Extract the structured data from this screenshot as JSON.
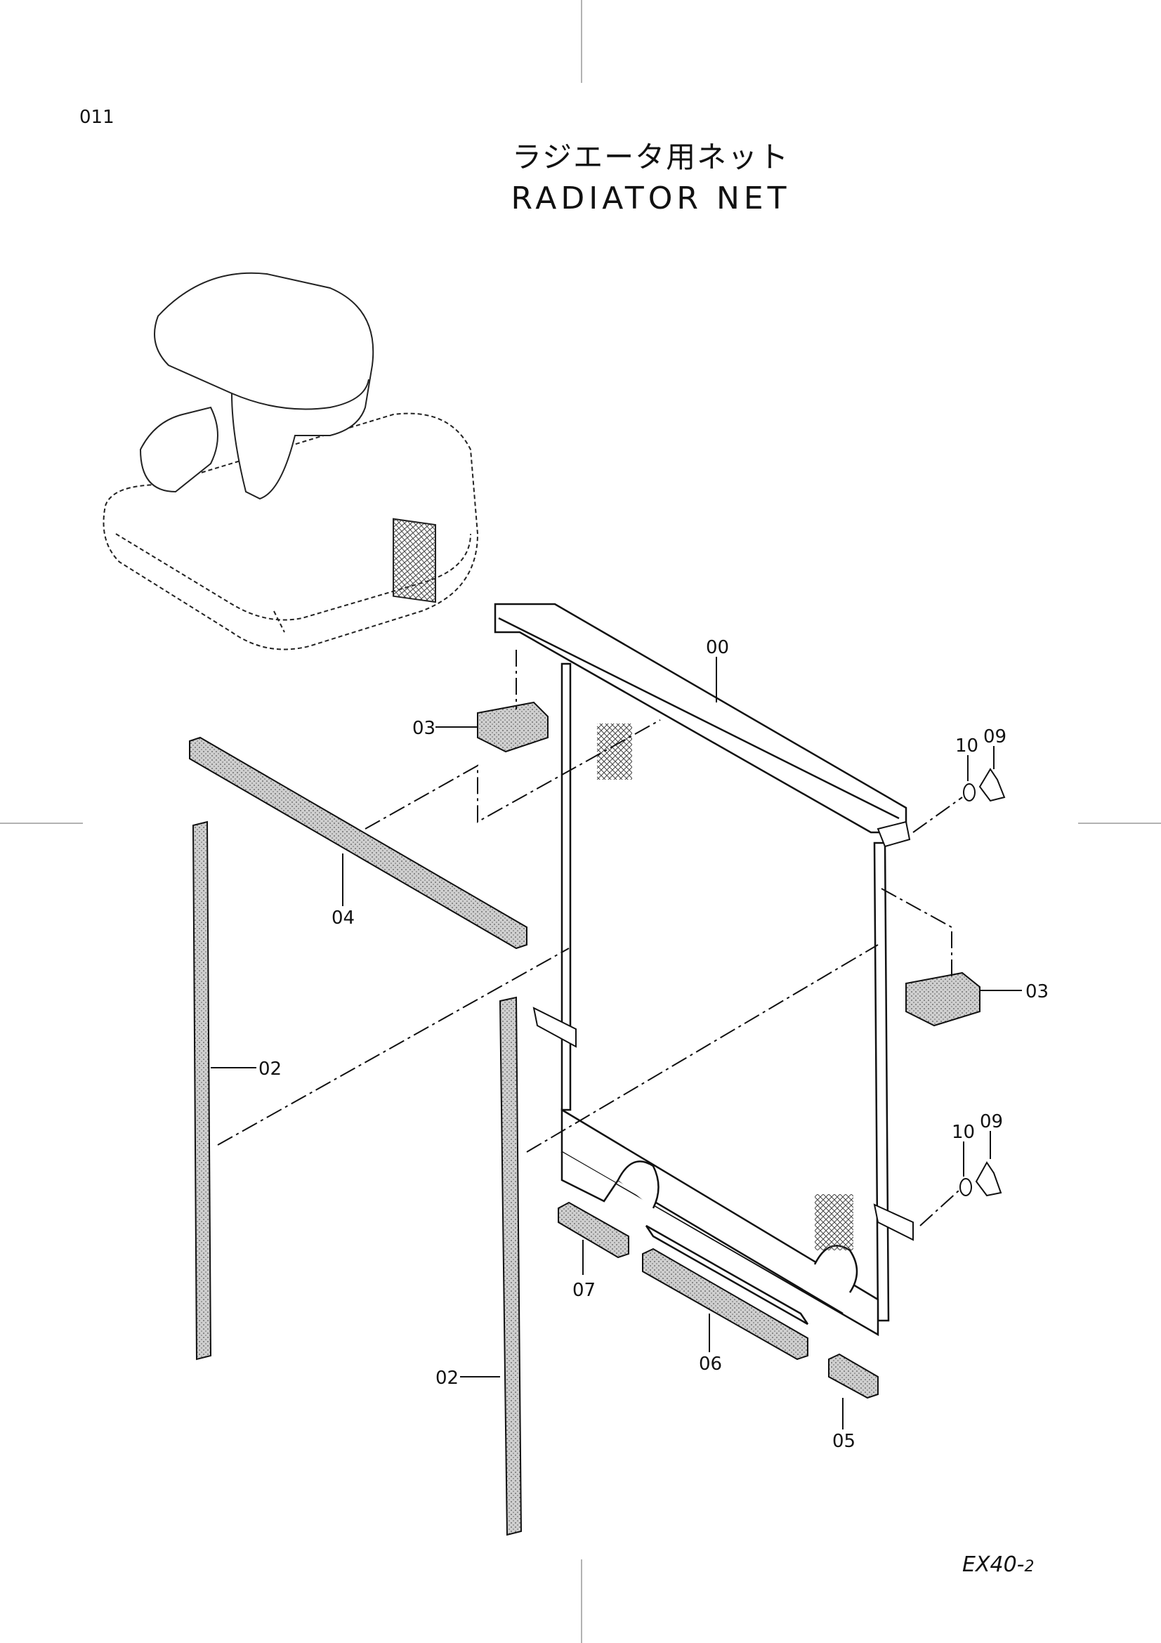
{
  "page_number": "011",
  "title": {
    "jp": "ラジエータ用ネット",
    "en": "RADIATOR  NET"
  },
  "model": {
    "main": "EX40-",
    "sub": "2"
  },
  "parts": [
    {
      "callout": "00"
    },
    {
      "callout": "03"
    },
    {
      "callout": "04"
    },
    {
      "callout": "02"
    },
    {
      "callout": "03"
    },
    {
      "callout": "10"
    },
    {
      "callout": "09"
    },
    {
      "callout": "10"
    },
    {
      "callout": "09"
    },
    {
      "callout": "07"
    },
    {
      "callout": "06"
    },
    {
      "callout": "05"
    },
    {
      "callout": "02"
    }
  ]
}
